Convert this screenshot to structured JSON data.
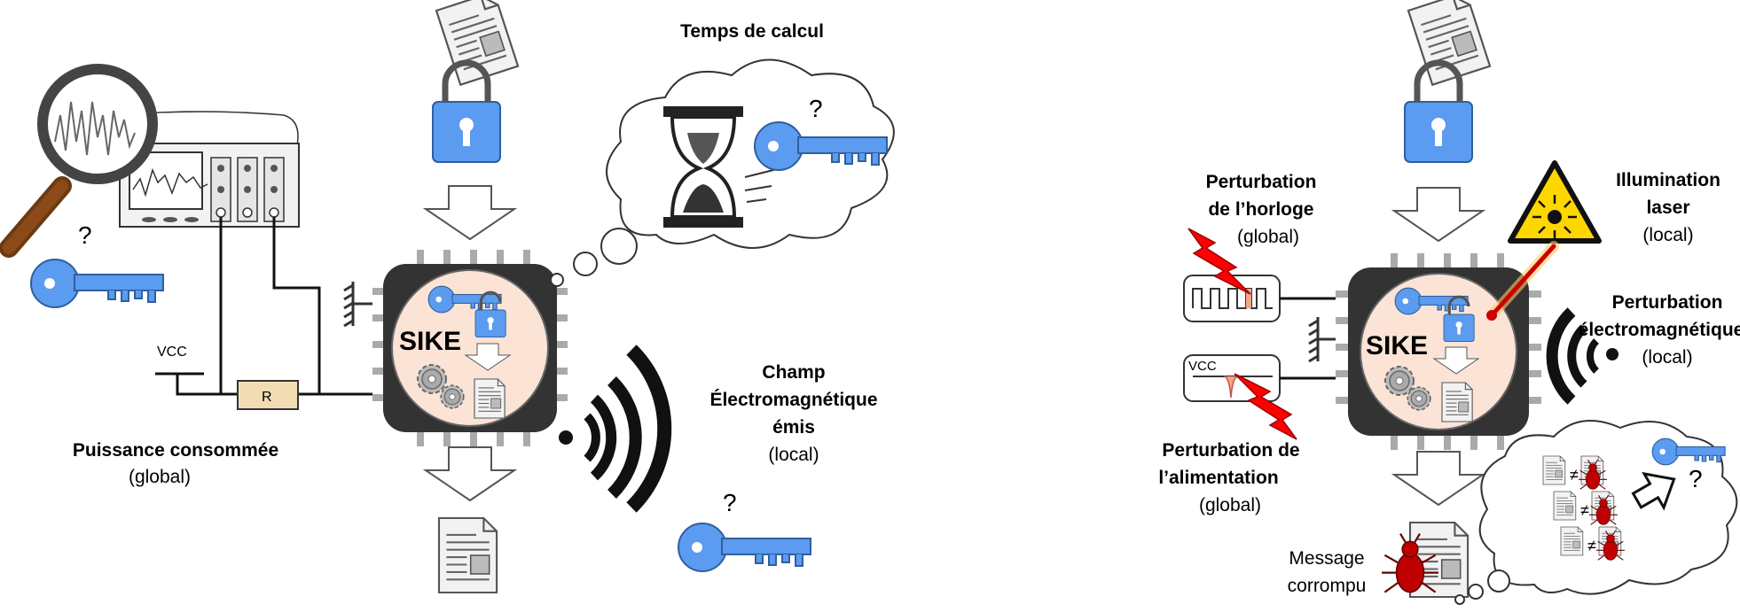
{
  "left": {
    "power_label_bold": "Puissance consommée",
    "power_label_scope": "(global)",
    "time_label": "Temps de calcul",
    "em_label_line1": "Champ",
    "em_label_line2": "Électromagnétique",
    "em_label_line3": "émis",
    "em_label_scope": "(local)",
    "vcc": "VCC",
    "resistor": "R",
    "chip": "SIKE",
    "question": "?"
  },
  "right": {
    "clock_label_line1": "Perturbation",
    "clock_label_line2": "de l’horloge",
    "clock_label_scope": "(global)",
    "laser_label_line1": "Illumination",
    "laser_label_line2": "laser",
    "laser_label_scope": "(local)",
    "em_label_line1": "Perturbation",
    "em_label_line2": "électromagnétique",
    "em_label_scope": "(local)",
    "supply_label_line1": "Perturbation de",
    "supply_label_line2": "l’alimentation",
    "supply_label_scope": "(global)",
    "faulty_line1": "Message",
    "faulty_line2": "corrompu",
    "vcc": "VCC",
    "chip": "SIKE",
    "neq": "≠",
    "question": "?"
  },
  "colors": {
    "key": "#5b9bf0",
    "chip_body": "#333333",
    "chip_core": "#fbe3d6",
    "bug": "#c00000",
    "bolt": "#ff0000",
    "laser_beam": "#cc0000",
    "warning": "#ffd700",
    "resistor": "#f2dcb3"
  }
}
